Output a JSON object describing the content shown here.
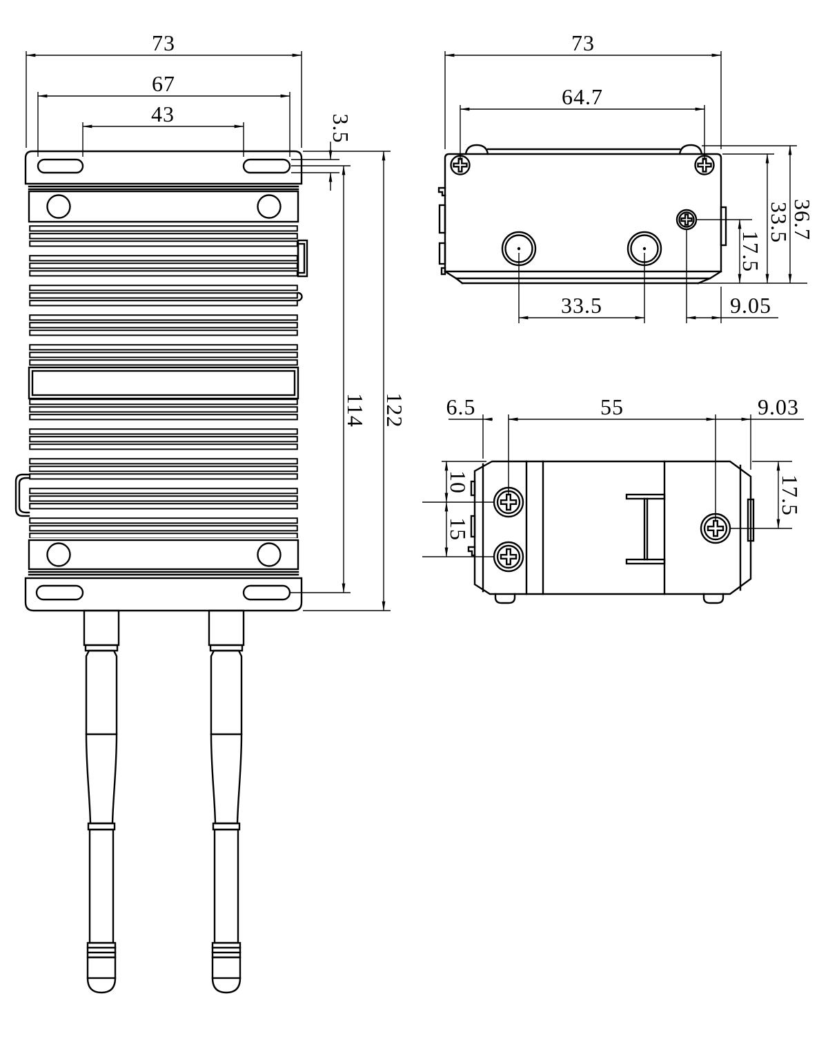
{
  "drawing": {
    "front_view": {
      "name": "front view with heatsink fins and antennas",
      "dims": {
        "overall_width": "73",
        "bracket_slot_outer": "67",
        "bracket_slot_inner": "43",
        "slot_height": "3.5",
        "slot_center_span": "114",
        "overall_height": "122"
      }
    },
    "top_view": {
      "name": "top view with antenna connectors",
      "dims": {
        "overall_width": "73",
        "screw_span": "64.7",
        "connector_span": "33.5",
        "screw_edge_offset": "9.05",
        "connector_height": "17.5",
        "body_height": "33.5",
        "overall_height": "36.7"
      }
    },
    "side_view": {
      "name": "side view with DIN clip",
      "dims": {
        "wall_screw_offset": "6.5",
        "screw_span": "55",
        "screw_edge_offset": "9.03",
        "top_screw_offset": "10",
        "screw_pitch": "15",
        "screw_height": "17.5"
      }
    },
    "line_color": "#000000",
    "background_color": "#ffffff"
  }
}
